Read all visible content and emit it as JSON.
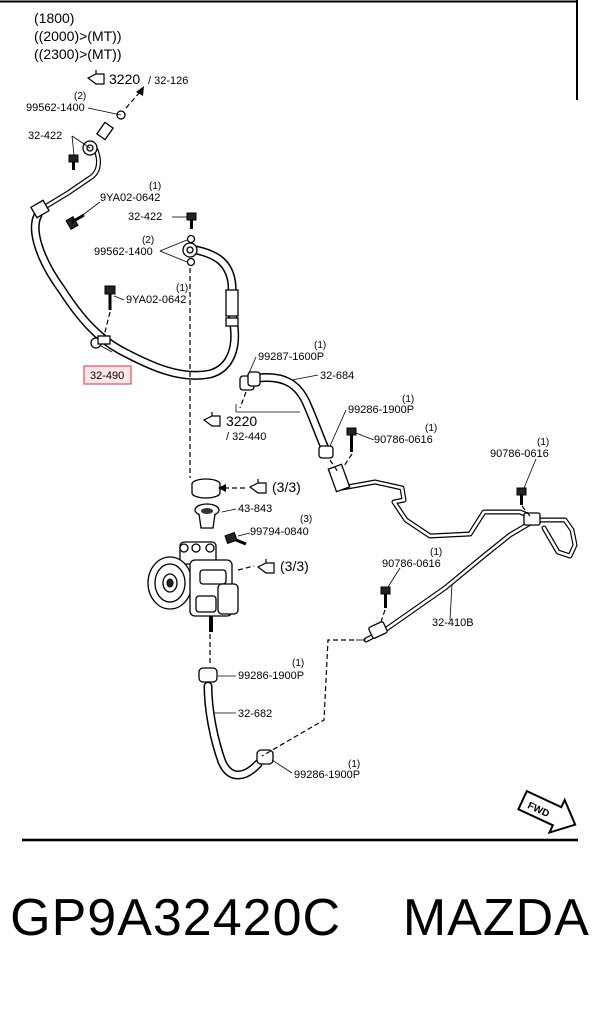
{
  "header_lines": [
    "(1800)",
    "((2000)>(MT))",
    "((2300)>(MT))"
  ],
  "refs": {
    "r1_num": "3220",
    "r1_sub": "/ 32-126",
    "r2_num": "3220",
    "r2_sub": "/ 32-440",
    "r3": "(3/3)",
    "r4": "(3/3)"
  },
  "labels": {
    "l_99562_top": "99562-1400",
    "q_99562_top": "(2)",
    "l_32422_top": "32-422",
    "l_9YA02_a": "9YA02-0642",
    "q_9YA02_a": "(1)",
    "l_32422_mid": "32-422",
    "l_99562_mid": "99562-1400",
    "q_99562_mid": "(2)",
    "l_9YA02_b": "9YA02-0642",
    "q_9YA02_b": "(1)",
    "l_32490": "32-490",
    "l_99287": "99287-1600P",
    "q_99287": "(1)",
    "l_32684": "32-684",
    "l_99286_a": "99286-1900P",
    "q_99286_a": "(1)",
    "l_90786_a": "90786-0616",
    "q_90786_a": "(1)",
    "l_90786_b": "90786-0616",
    "q_90786_b": "(1)",
    "l_43843": "43-843",
    "l_99794": "99794-0840",
    "q_99794": "(3)",
    "l_90786_c": "90786-0616",
    "q_90786_c": "(1)",
    "l_32410B": "32-410B",
    "l_99286_b": "99286-1900P",
    "q_99286_b": "(1)",
    "l_32682": "32-682",
    "l_99286_c": "99286-1900P",
    "q_99286_c": "(1)"
  },
  "fwd_label": "FWD",
  "highlight_color": "#e05060",
  "caption": {
    "part_number": "GP9A32420C",
    "brand": "MAZDA"
  }
}
